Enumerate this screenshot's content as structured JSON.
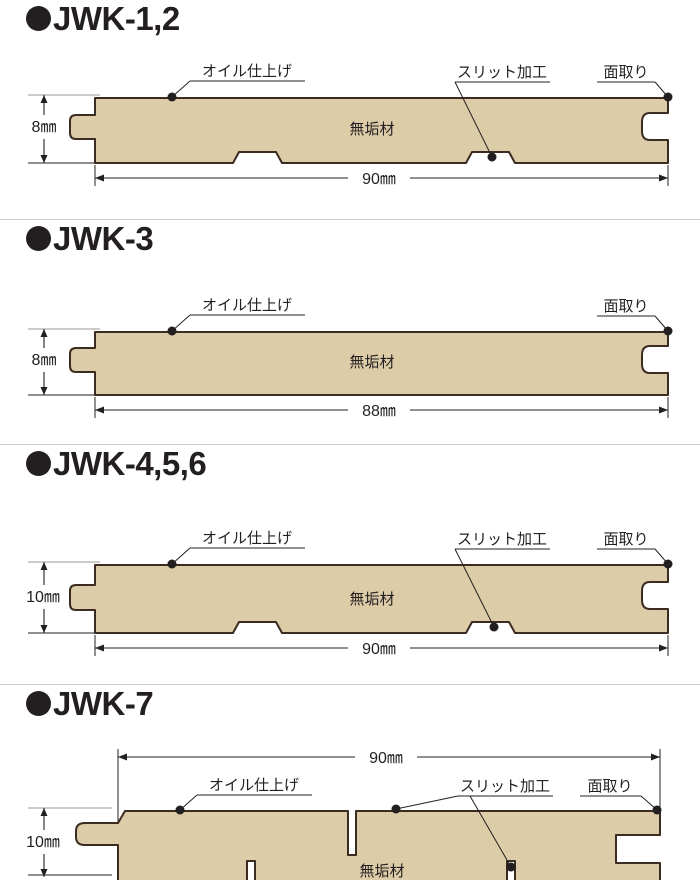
{
  "document": {
    "title": "JWK flooring board cross-section specifications",
    "colors": {
      "wood_fill": "#ddcca8",
      "outline": "#3b2b20",
      "dimension_line": "#231f20",
      "text": "#231f20",
      "divider": "#cfcfcf",
      "background": "#ffffff"
    }
  },
  "labels": {
    "oil_finish": "オイル仕上げ",
    "slit_processing": "スリット加工",
    "chamfer": "面取り",
    "solid_wood": "無垢材",
    "bullet": "bullet-dot"
  },
  "panels": [
    {
      "id": "jwk-1-2",
      "title": "JWK-1,2",
      "thickness": "8㎜",
      "width": "90㎜",
      "callouts": [
        "オイル仕上げ",
        "スリット加工",
        "面取り"
      ],
      "body_label": "無垢材",
      "has_slits": true,
      "slit_count": 2,
      "slit_style": "trapezoid-bottom",
      "left_edge": "tongue",
      "right_edge": "groove",
      "dimension_position": "bottom"
    },
    {
      "id": "jwk-3",
      "title": "JWK-3",
      "thickness": "8㎜",
      "width": "88㎜",
      "callouts": [
        "オイル仕上げ",
        "面取り"
      ],
      "body_label": "無垢材",
      "has_slits": false,
      "slit_count": 0,
      "slit_style": "none",
      "left_edge": "tongue",
      "right_edge": "groove",
      "dimension_position": "bottom"
    },
    {
      "id": "jwk-4-5-6",
      "title": "JWK-4,5,6",
      "thickness": "10㎜",
      "width": "90㎜",
      "callouts": [
        "オイル仕上げ",
        "スリット加工",
        "面取り"
      ],
      "body_label": "無垢材",
      "has_slits": true,
      "slit_count": 2,
      "slit_style": "trapezoid-bottom",
      "left_edge": "tongue",
      "right_edge": "groove",
      "dimension_position": "bottom"
    },
    {
      "id": "jwk-7",
      "title": "JWK-7",
      "thickness": "10㎜",
      "width": "90㎜",
      "callouts": [
        "オイル仕上げ",
        "スリット加工",
        "面取り"
      ],
      "body_label": "無垢材",
      "has_slits": true,
      "slit_count": 3,
      "slit_style": "narrow-vertical",
      "left_edge": "shiplap-tongue",
      "right_edge": "shiplap-groove",
      "dimension_position": "top"
    }
  ]
}
